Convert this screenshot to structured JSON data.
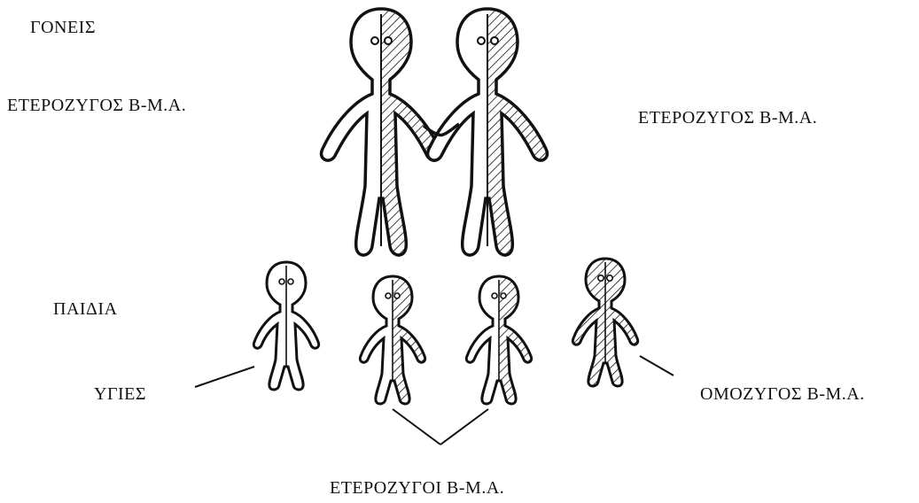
{
  "labels": {
    "parents": "ΓΟΝΕΙΣ",
    "parent_left": "ΕΤΕΡΟΖΥΓΟΣ Β-Μ.Α.",
    "parent_right": "ΕΤΕΡΟΖΥΓΟΣ Β-Μ.Α.",
    "children": "ΠΑΙΔΙΑ",
    "healthy": "ΥΓΙΕΣ",
    "homozygous": "ΟΜΟΖΥΓΟΣ Β-Μ.Α.",
    "heterozygous_children": "ΕΤΕΡΟΖΥΓΟΙ Β-Μ.Α."
  },
  "figures": {
    "parents": [
      {
        "role": "parent",
        "genotype": "heterozygous",
        "shading": "half"
      },
      {
        "role": "parent",
        "genotype": "heterozygous",
        "shading": "half"
      }
    ],
    "children": [
      {
        "role": "child",
        "genotype": "healthy",
        "shading": "none"
      },
      {
        "role": "child",
        "genotype": "heterozygous",
        "shading": "half"
      },
      {
        "role": "child",
        "genotype": "heterozygous",
        "shading": "half"
      },
      {
        "role": "child",
        "genotype": "homozygous",
        "shading": "full"
      }
    ]
  },
  "colors": {
    "ink": "#111111",
    "paper": "#ffffff"
  }
}
